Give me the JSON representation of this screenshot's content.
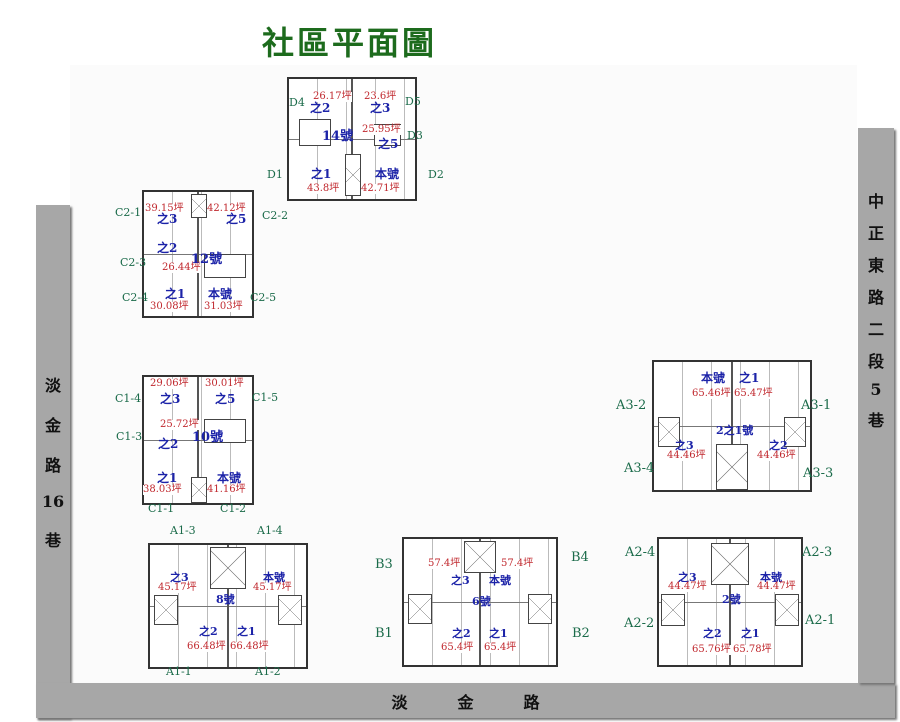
{
  "title": "社區平面圖",
  "roads": {
    "left": [
      "淡",
      "金",
      "路",
      "16",
      "巷"
    ],
    "bottom": [
      "淡",
      "金",
      "路"
    ],
    "right": [
      "中",
      "正",
      "東",
      "路",
      "二",
      "段",
      "5",
      "巷"
    ]
  },
  "colors": {
    "title": "#1d6b1d",
    "unit": "#1c23a8",
    "area": "#c0282e",
    "code": "#1b6b4a",
    "road": "#a7a7a7"
  },
  "buildings": {
    "b14": {
      "number": "14號",
      "codes": [
        "D4",
        "D5",
        "D3",
        "D1",
        "D2"
      ],
      "units": [
        {
          "name": "之2",
          "area": "26.17坪"
        },
        {
          "name": "之3",
          "area": "23.6坪"
        },
        {
          "name": "之5",
          "area": "25.95坪"
        },
        {
          "name": "之1",
          "area": "43.8坪"
        },
        {
          "name": "本號",
          "area": "42.71坪"
        }
      ]
    },
    "b12": {
      "number": "12號",
      "codes": [
        "C2-1",
        "C2-2",
        "C2-3",
        "C2-4",
        "C2-5"
      ],
      "units": [
        {
          "name": "之3",
          "area": "39.15坪"
        },
        {
          "name": "之5",
          "area": "42.12坪"
        },
        {
          "name": "之2",
          "area": "26.44坪"
        },
        {
          "name": "之1",
          "area": "30.08坪"
        },
        {
          "name": "本號",
          "area": "31.03坪"
        }
      ]
    },
    "b10": {
      "number": "10號",
      "codes": [
        "C1-4",
        "C1-5",
        "C1-3",
        "C1-1",
        "C1-2"
      ],
      "units": [
        {
          "name": "之3",
          "area": "29.06坪"
        },
        {
          "name": "之5",
          "area": "30.01坪"
        },
        {
          "name": "之2",
          "area": "25.72坪"
        },
        {
          "name": "之1",
          "area": "38.03坪"
        },
        {
          "name": "本號",
          "area": "41.16坪"
        }
      ]
    },
    "b2_1": {
      "number": "2之1號",
      "codes": [
        "A3-2",
        "A3-1",
        "A3-4",
        "A3-3"
      ],
      "units": [
        {
          "name": "本號",
          "area": "65.46坪"
        },
        {
          "name": "之1",
          "area": "65.47坪"
        },
        {
          "name": "之3",
          "area": "44.46坪"
        },
        {
          "name": "之2",
          "area": "44.46坪"
        }
      ]
    },
    "b2": {
      "number": "2號",
      "codes": [
        "A2-4",
        "A2-3",
        "A2-2",
        "A2-1"
      ],
      "units": [
        {
          "name": "之3",
          "area": "44.47坪"
        },
        {
          "name": "本號",
          "area": "44.47坪"
        },
        {
          "name": "之2",
          "area": "65.76坪"
        },
        {
          "name": "之1",
          "area": "65.78坪"
        }
      ]
    },
    "b6": {
      "number": "6號",
      "codes": [
        "B3",
        "B4",
        "B1",
        "B2"
      ],
      "units": [
        {
          "name": "之3",
          "area": "57.4坪"
        },
        {
          "name": "本號",
          "area": "57.4坪"
        },
        {
          "name": "之2",
          "area": "65.4坪"
        },
        {
          "name": "之1",
          "area": "65.4坪"
        }
      ]
    },
    "b8": {
      "number": "8號",
      "codes": [
        "A1-3",
        "A1-4",
        "A1-1",
        "A1-2"
      ],
      "units": [
        {
          "name": "之3",
          "area": "45.17坪"
        },
        {
          "name": "本號",
          "area": "45.17坪"
        },
        {
          "name": "之2",
          "area": "66.48坪"
        },
        {
          "name": "之1",
          "area": "66.48坪"
        }
      ]
    }
  }
}
